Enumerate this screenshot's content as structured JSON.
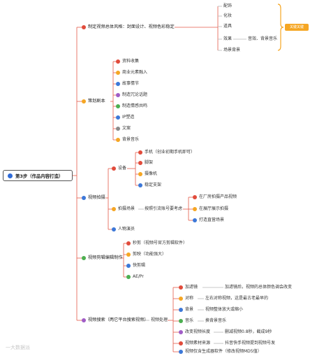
{
  "root": {
    "label": "第3步（作品内容打造）"
  },
  "tag": "关键关键",
  "watermark": "一大数据派",
  "branches": {
    "style": {
      "label": "制定视频总体风格：封面设计、视频色彩稳定"
    },
    "script": {
      "label": "策划剧本",
      "items": [
        "资料收集",
        "商业元素融入",
        "故事情节",
        "制造冗论话题",
        "制造情感共鸣",
        "IP塑造",
        "文案",
        "背景音乐"
      ]
    },
    "shoot": {
      "label": "视频拍摄",
      "device": {
        "label": "设备",
        "items": [
          "手机（创业初期手机即可）",
          "脚架",
          "摄像机",
          "稳定支架"
        ]
      },
      "location": {
        "label": "拍摄场景",
        "note": "按照引流账号要考虑",
        "items": [
          "在厂房拍摄产品视频",
          "在展厅展示拍摄",
          "打造直营场景"
        ]
      },
      "actor": {
        "label": "人物演员"
      }
    },
    "edit": {
      "label": "视频剪辑编辑制作",
      "items": [
        "秒剪（视频号官方剪辑软件）",
        "剪映（功能强大）",
        "快剪辑",
        "AE/Pr"
      ]
    },
    "post": {
      "label": "视频搜索（两它平台搜索视频）",
      "sub": "视频处理",
      "items": [
        {
          "label": "加滤镜",
          "note": "加滤镜后，视频的总体颜色调会改变"
        },
        {
          "label": "对称",
          "note": "左右对称视频，这是最古老最早的"
        },
        {
          "label": "背景",
          "note": "视频整体放大或缩小"
        },
        {
          "label": "音乐",
          "note": "换背景音乐"
        },
        {
          "label": "改变视频长度",
          "note": "删减视频0.8秒，截成9秒"
        },
        {
          "label": "视频素材来源",
          "note": "抖音快手视频提到视频号发"
        },
        {
          "label": "视频仅含生成器软件（修改视频MD5值）",
          "note": ""
        }
      ]
    },
    "topRight": {
      "items": [
        "配饰",
        "化妆",
        "道具",
        "效果",
        "场景背景"
      ],
      "effect_note": "音效、背景音乐"
    }
  },
  "colors": {
    "red": "#e14b3b",
    "orange": "#f5a623",
    "blue": "#3c78d8",
    "green": "#4caf50",
    "purple": "#a05cc6",
    "gray": "#8a8a8a",
    "line": "#e45a4a"
  }
}
